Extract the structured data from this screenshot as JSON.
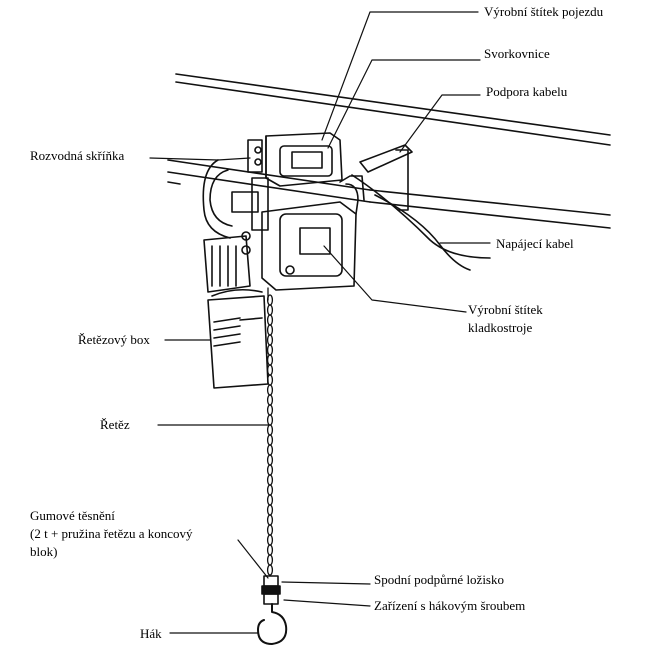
{
  "labels": {
    "vyrobni_stitek_pojezdu": "Výrobní štítek pojezdu",
    "svorkovnice": "Svorkovnice",
    "podpora_kabelu": "Podpora kabelu",
    "rozvodna_skrinka": "Rozvodná skříňka",
    "napajeci_kabel": "Napájecí kabel",
    "vyrobni_stitek_kladkostroje_1": "Výrobní štítek",
    "vyrobni_stitek_kladkostroje_2": "kladkostroje",
    "retezovy_box": "Řetězový box",
    "retez": "Řetěz",
    "gumove_tesneni_1": "Gumové těsnění",
    "gumove_tesneni_2": "(2 t + pružina řetězu a koncový",
    "gumove_tesneni_3": "blok)",
    "spodni_podporne_lozisko": "Spodní podpůrné ložisko",
    "zarizeni_s_hakovym_sroubem": "Zařízení s hákovým šroubem",
    "hak": "Hák"
  }
}
